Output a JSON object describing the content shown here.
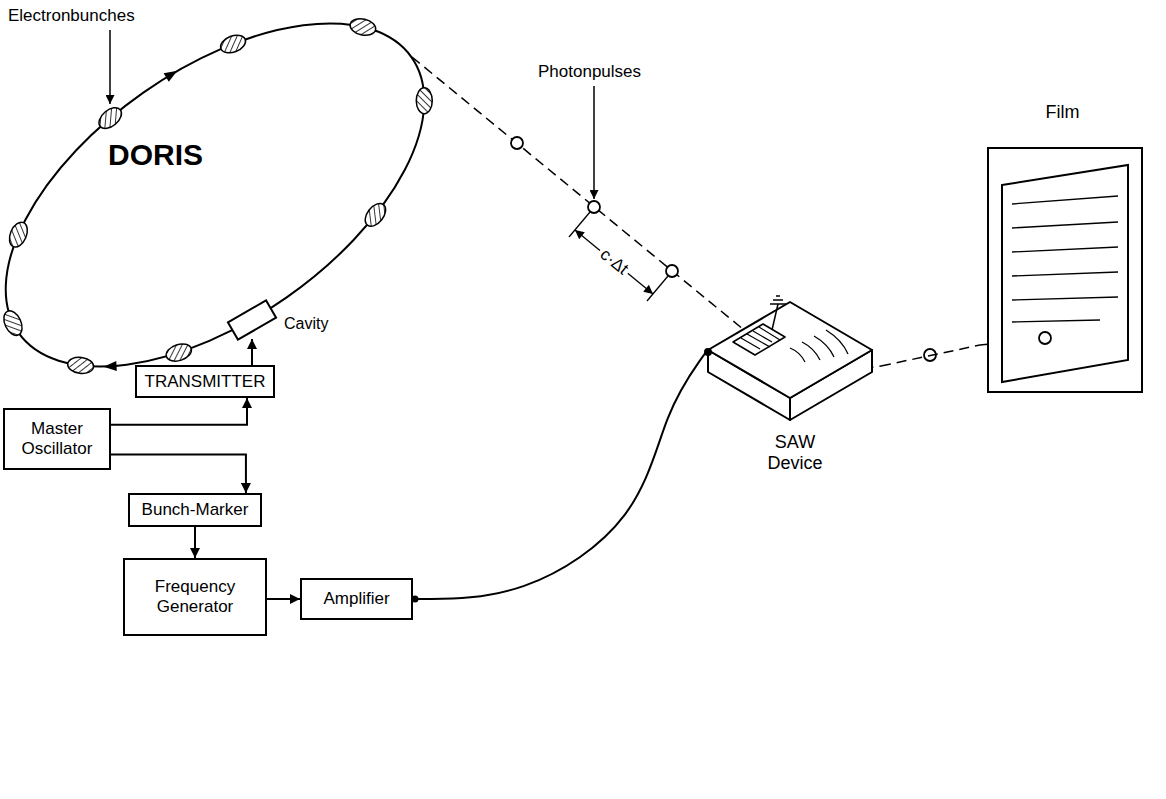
{
  "diagram": {
    "nodes": [
      {
        "text": [
          "Master Oscillator"
        ]
      },
      {
        "text": [
          "TRANSMITTER"
        ]
      },
      {
        "text": [
          "Cavity"
        ]
      },
      {
        "text": [
          "Bunch-Marker"
        ]
      },
      {
        "text": [
          "Frequency Generator"
        ]
      },
      {
        "text": [
          "Amplifier"
        ]
      },
      {
        "text": [
          "SAW Device"
        ]
      },
      {
        "text": [
          "Film"
        ]
      }
    ],
    "edges": [
      {
        "from": 0,
        "to": 1,
        "arrow": "to"
      },
      {
        "from": 1,
        "to": 2,
        "arrow": "to"
      },
      {
        "from": 0,
        "to": 3,
        "arrow": "to"
      },
      {
        "from": 3,
        "to": 4,
        "arrow": "to"
      },
      {
        "from": 4,
        "to": 5,
        "arrow": "to"
      },
      {
        "from": 5,
        "to": 6,
        "arrow": "none"
      },
      {
        "from": 6,
        "to": 7,
        "arrow": "none"
      }
    ],
    "labels": [
      "Electronbunches",
      "DORIS",
      "Photonpulses",
      "c·Δt"
    ]
  }
}
